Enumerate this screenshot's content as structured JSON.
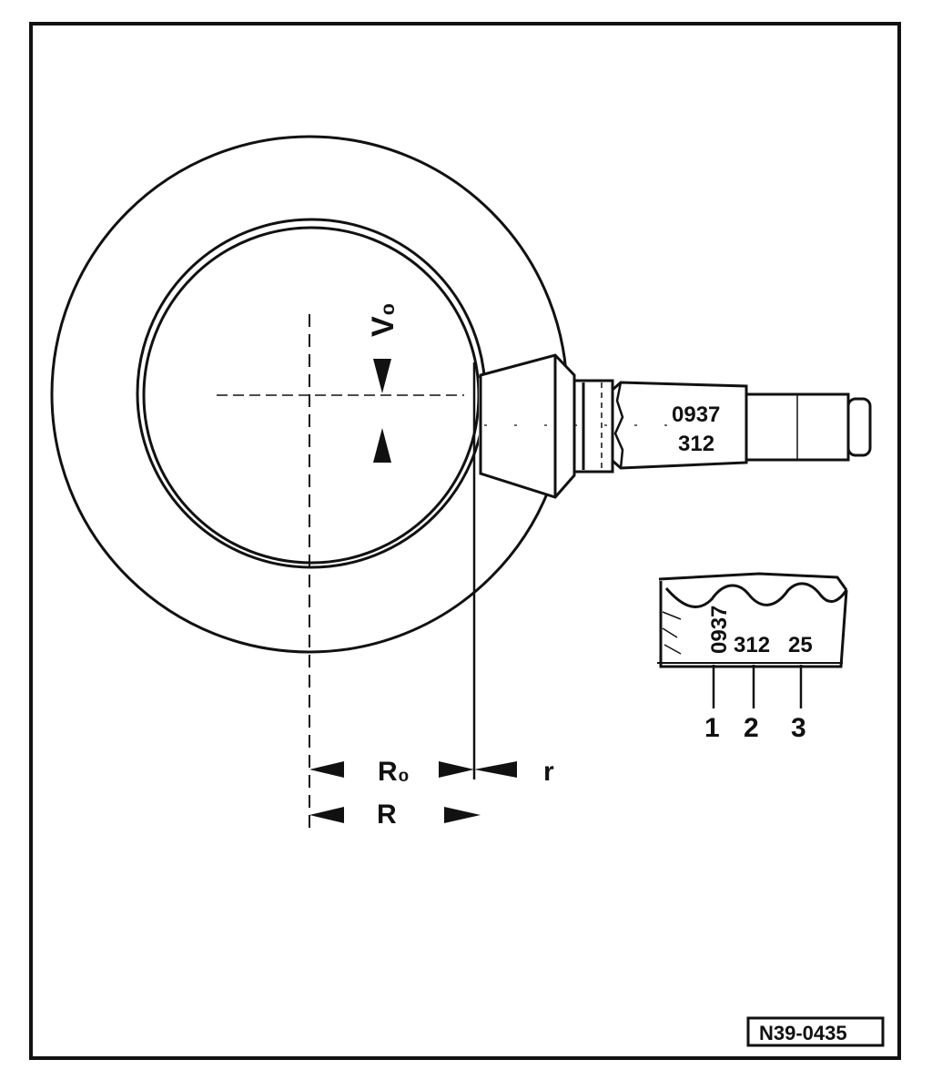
{
  "colors": {
    "ink": "#111111",
    "paper": "#ffffff"
  },
  "labels": {
    "v_offset": "V₀",
    "pinion_code_top": "0937",
    "pinion_code_bottom": "312",
    "dim_r0": "R₀",
    "dim_r": "r",
    "dim_R": "R"
  },
  "detail": {
    "code_1": "0937",
    "code_2": "312",
    "code_3": "25",
    "callout_1": "1",
    "callout_2": "2",
    "callout_3": "3"
  },
  "figure_id": "N39-0435"
}
